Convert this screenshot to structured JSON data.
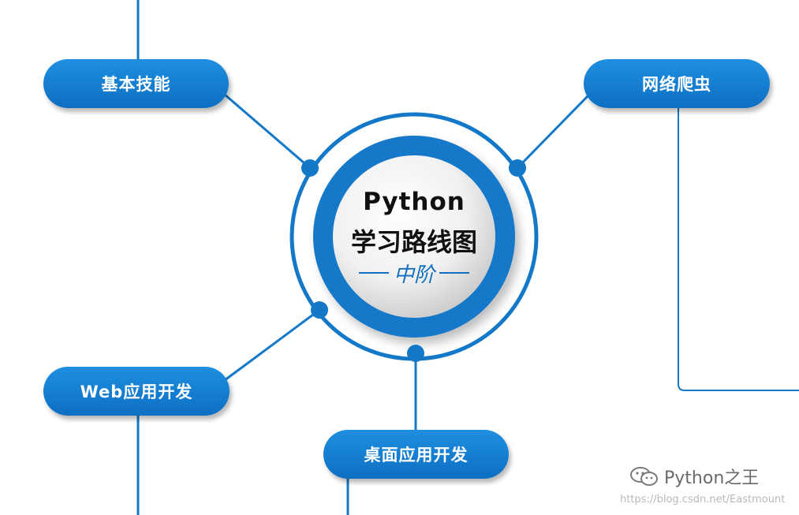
{
  "center": {
    "title": "Python",
    "subtitle": "学习路线图",
    "level": "中阶"
  },
  "nodes": {
    "basic_skills": "基本技能",
    "web_crawler": "网络爬虫",
    "web_development": "Web应用开发",
    "desktop_development": "桌面应用开发"
  },
  "watermark": {
    "account": "Python之王",
    "url": "https://blog.csdn.net/Eastmount",
    "icon": "wechat-icon"
  },
  "colors": {
    "primary_blue": "#1478c8",
    "text_dark": "#111111",
    "watermark_gray": "#6a6a6a"
  }
}
